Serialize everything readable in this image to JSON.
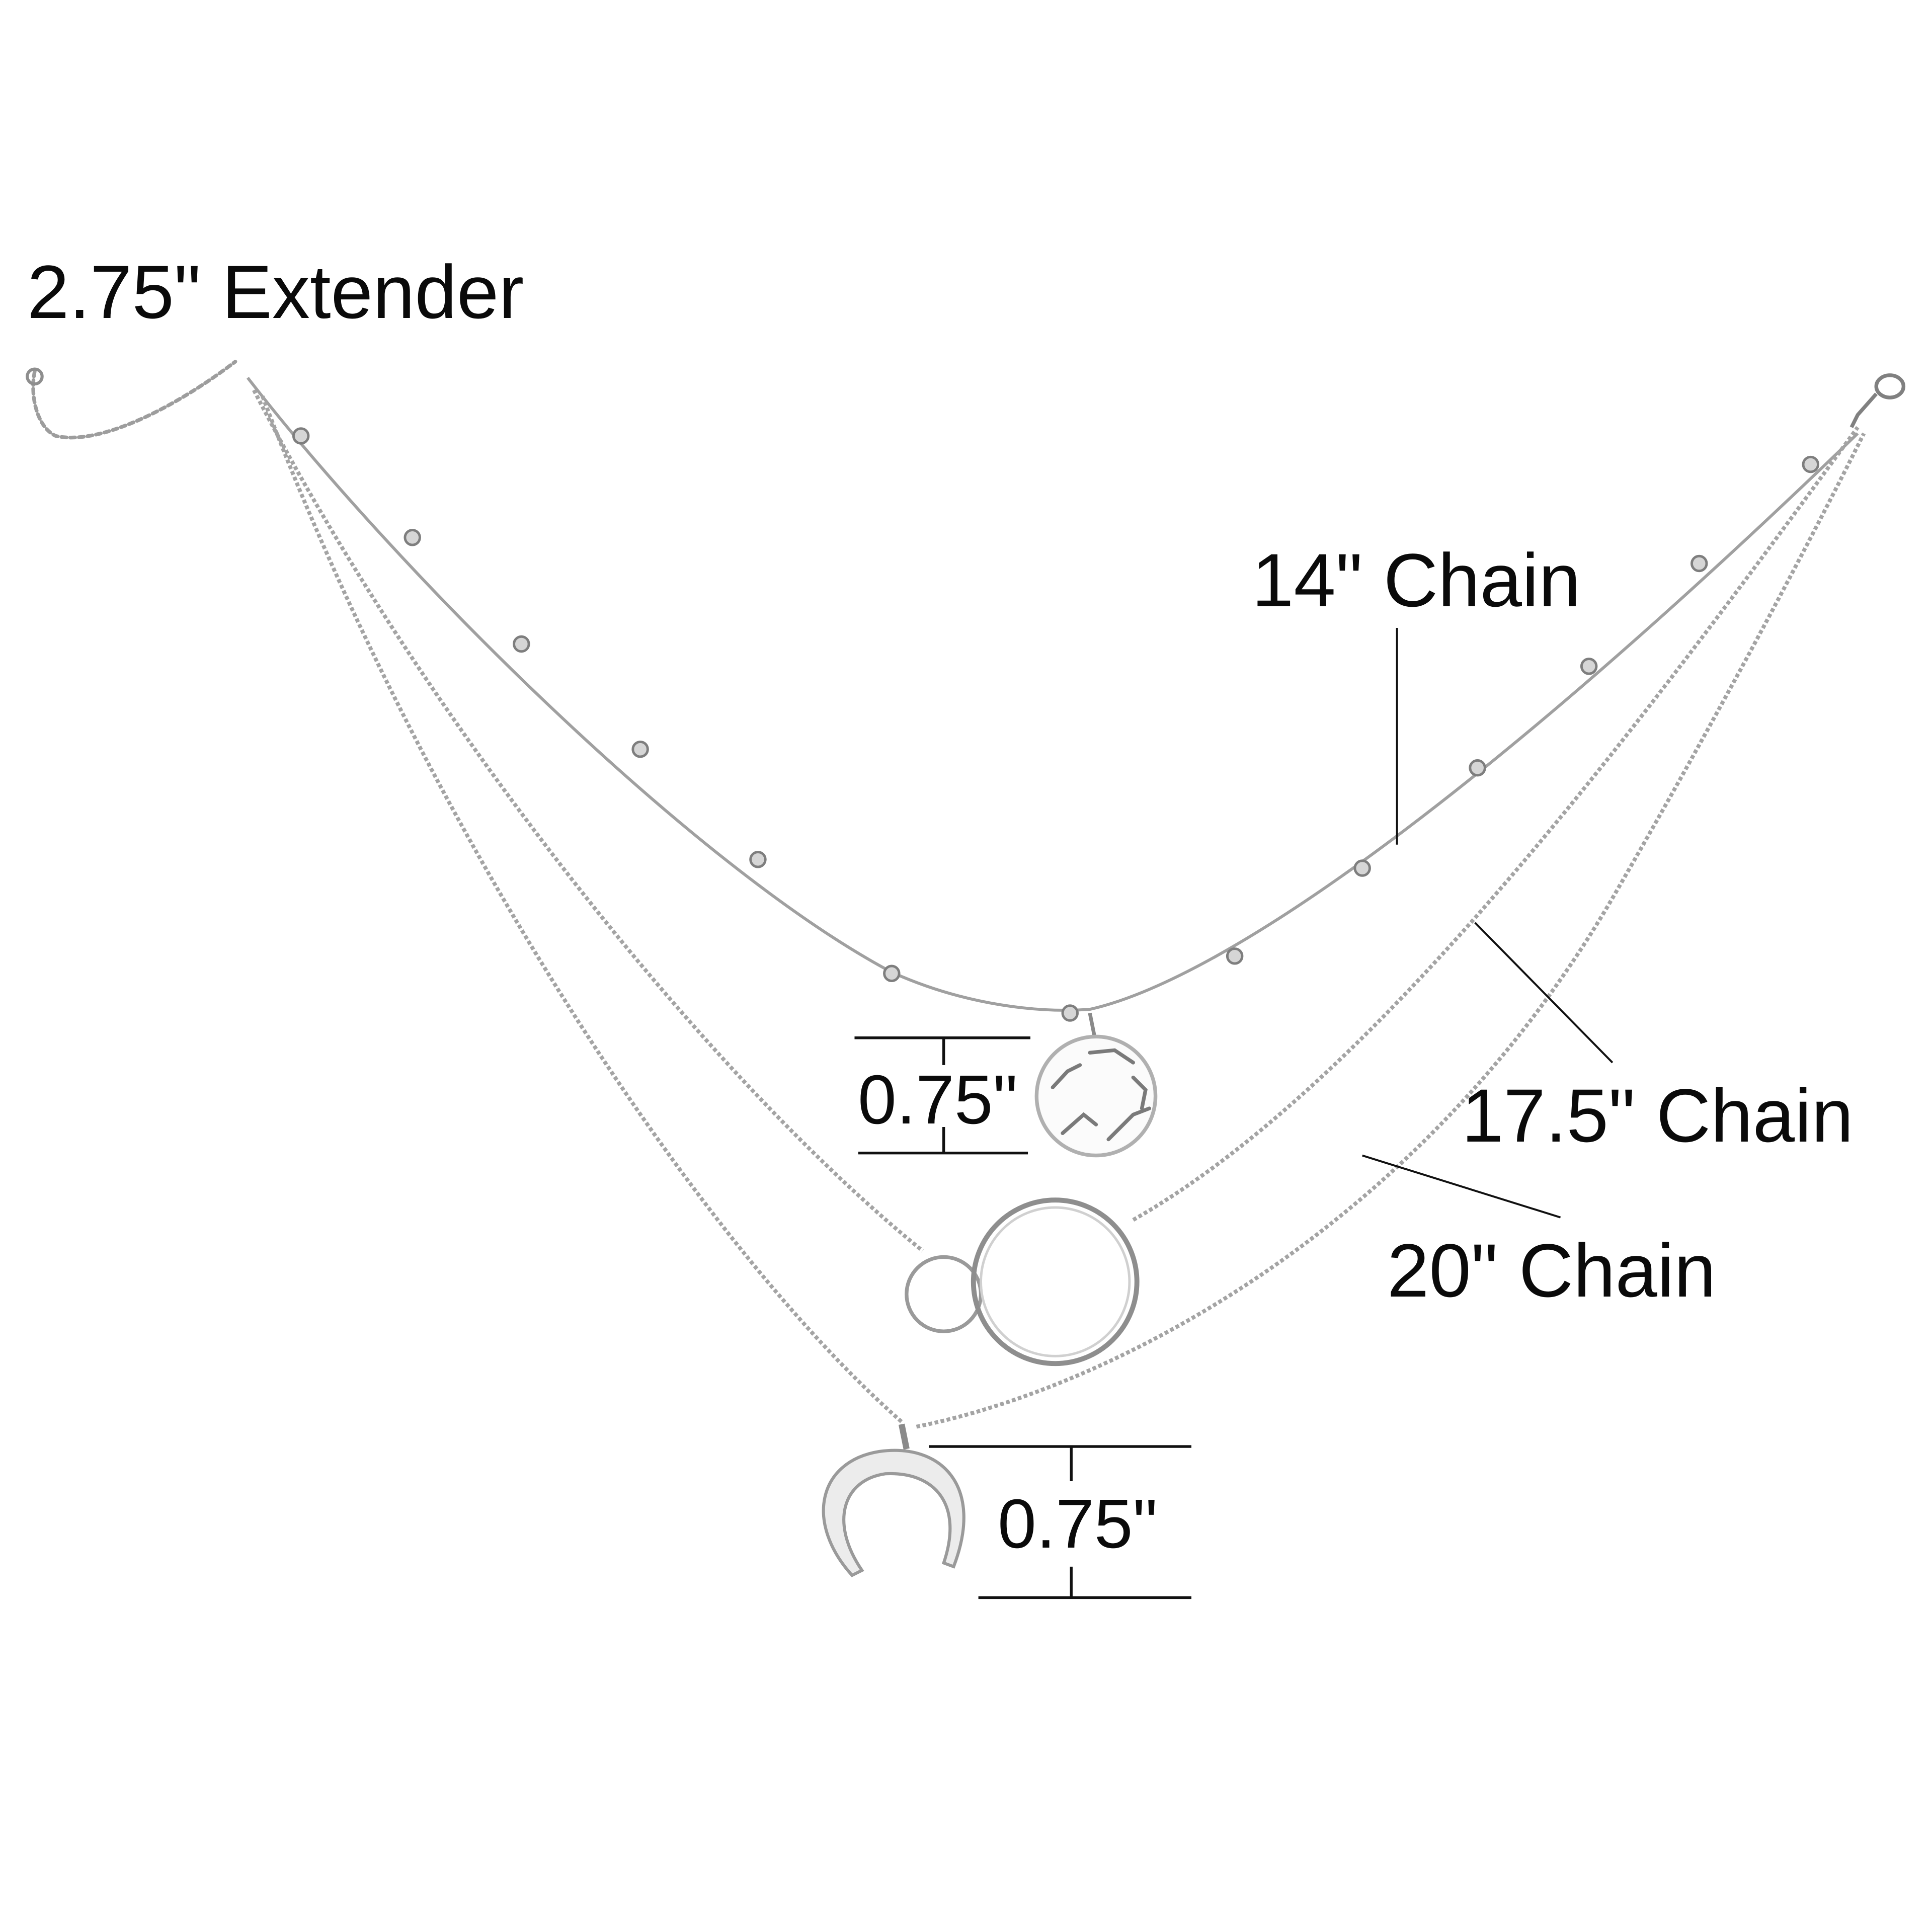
{
  "figure": {
    "type": "product-dimension-diagram",
    "subject": "Layered silver necklace set",
    "background": "#ffffff",
    "text_color": "#0a0a0a",
    "metal_color": "#a8a8a8"
  },
  "labels": {
    "extender": "2.75\" Extender",
    "chain_14": "14\" Chain",
    "chain_17_5": "17.5\" Chain",
    "chain_20": "20\" Chain",
    "pendant_top_size": "0.75\"",
    "pendant_bottom_size": "0.75\""
  },
  "chains": [
    {
      "name": "14\" Chain",
      "length_in": 14,
      "style": "satellite bead chain",
      "pendant": "world map disc"
    },
    {
      "name": "17.5\" Chain",
      "length_in": 17.5,
      "style": "cable chain",
      "pendant": "interlocking double circles"
    },
    {
      "name": "20\" Chain",
      "length_in": 20,
      "style": "cable chain",
      "pendant": "crescent horn moon"
    }
  ],
  "extender": {
    "length_in": 2.75
  },
  "pendants": [
    {
      "name": "world map disc",
      "height_in": 0.75
    },
    {
      "name": "crescent horn moon",
      "height_in": 0.75
    }
  ]
}
